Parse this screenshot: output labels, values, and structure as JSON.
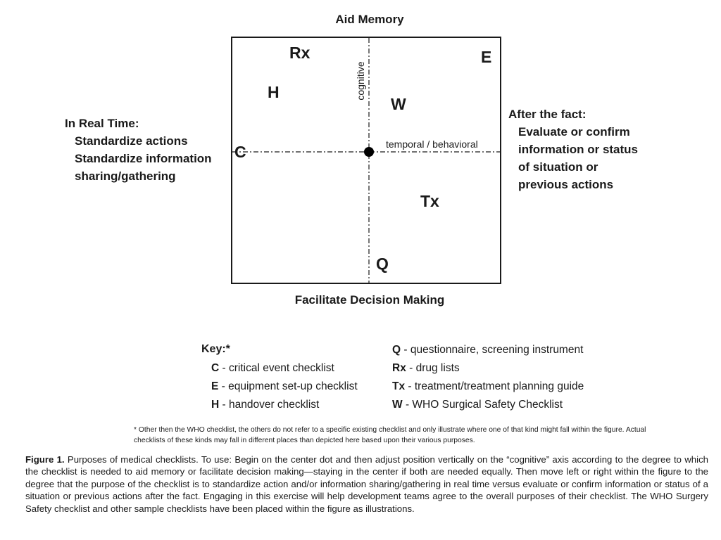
{
  "diagram": {
    "top_label": "Aid Memory",
    "bottom_label": "Facilitate Decision Making",
    "left": {
      "title": "In Real Time:",
      "lines": [
        "Standardize actions",
        "Standardize information",
        "sharing/gathering"
      ]
    },
    "right": {
      "title": "After the fact:",
      "lines": [
        "Evaluate or confirm",
        "information or status",
        "of situation or",
        "previous actions"
      ]
    },
    "axes": {
      "vertical": "cognitive",
      "horizontal": "temporal / behavioral"
    },
    "markers": {
      "rx": "Rx",
      "e": "E",
      "h": "H",
      "w": "W",
      "c": "C",
      "tx": "Tx",
      "q": "Q"
    }
  },
  "key": {
    "title": "Key:*",
    "left": [
      {
        "code": "C",
        "desc": " - critical event checklist"
      },
      {
        "code": "E",
        "desc": " - equipment set-up checklist"
      },
      {
        "code": "H",
        "desc": " - handover checklist"
      }
    ],
    "right": [
      {
        "code": "Q",
        "desc": " - questionnaire, screening instrument"
      },
      {
        "code": "Rx",
        "desc": " - drug lists"
      },
      {
        "code": "Tx",
        "desc": " - treatment/treatment planning guide"
      },
      {
        "code": "W",
        "desc": " - WHO Surgical Safety Checklist"
      }
    ]
  },
  "footnote": "* Other then the WHO checklist, the others do not refer to a specific existing checklist and only illustrate where one of that kind might fall within the figure. Actual checklists of these kinds may fall in different places than depicted here based upon their various purposes.",
  "caption": {
    "label": "Figure 1.",
    "text": " Purposes of medical checklists. To use: Begin on the center dot and then adjust position vertically on the “cognitive” axis according to the degree to which the checklist is needed to aid memory or facilitate decision making—staying in the center if both are needed equally. Then move left or right within the figure to the degree that the purpose of the checklist is to standardize action and/or information sharing/gathering in real time versus evaluate or confirm information or status of a situation or previous actions after the fact. Engaging in this exercise will help development teams agree to the overall purposes of their checklist. The WHO Surgery Safety checklist and other sample checklists have been placed within the figure as illustrations."
  }
}
